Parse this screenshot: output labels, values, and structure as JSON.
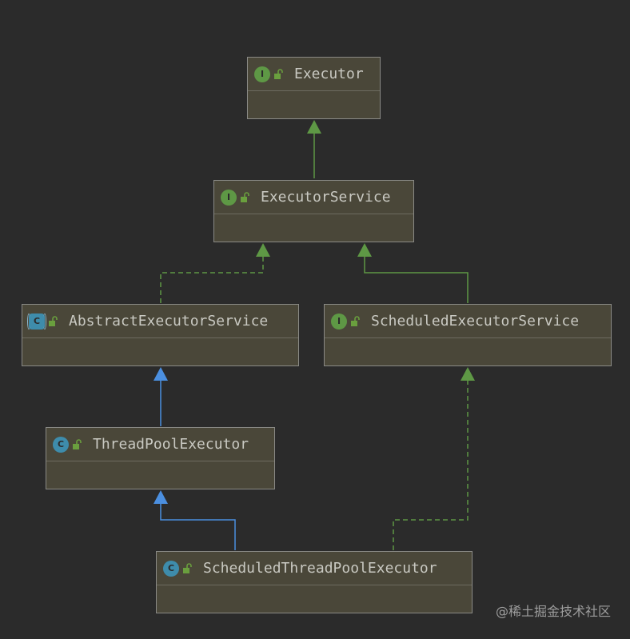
{
  "colors": {
    "interface_arrow": "#5e9845",
    "class_arrow": "#4b8fe0",
    "node_fill": "#4a4739",
    "background": "#2b2b2b"
  },
  "nodes": {
    "executor": {
      "name": "Executor",
      "kind": "interface",
      "badge": "I",
      "icon": "interface-icon"
    },
    "executor_service": {
      "name": "ExecutorService",
      "kind": "interface",
      "badge": "I",
      "icon": "interface-icon"
    },
    "abstract_executor_service": {
      "name": "AbstractExecutorService",
      "kind": "abstract class",
      "badge": "C",
      "icon": "abstract-class-icon"
    },
    "scheduled_executor_service": {
      "name": "ScheduledExecutorService",
      "kind": "interface",
      "badge": "I",
      "icon": "interface-icon"
    },
    "thread_pool_executor": {
      "name": "ThreadPoolExecutor",
      "kind": "class",
      "badge": "C",
      "icon": "class-icon"
    },
    "scheduled_thread_pool_executor": {
      "name": "ScheduledThreadPoolExecutor",
      "kind": "class",
      "badge": "C",
      "icon": "class-icon"
    }
  },
  "edges": [
    {
      "from": "executor_service",
      "to": "executor",
      "type": "extends",
      "style": "solid"
    },
    {
      "from": "abstract_executor_service",
      "to": "executor_service",
      "type": "implements",
      "style": "dashed"
    },
    {
      "from": "scheduled_executor_service",
      "to": "executor_service",
      "type": "extends",
      "style": "solid"
    },
    {
      "from": "thread_pool_executor",
      "to": "abstract_executor_service",
      "type": "extends",
      "style": "solid"
    },
    {
      "from": "scheduled_thread_pool_executor",
      "to": "thread_pool_executor",
      "type": "extends",
      "style": "solid"
    },
    {
      "from": "scheduled_thread_pool_executor",
      "to": "scheduled_executor_service",
      "type": "implements",
      "style": "dashed"
    }
  ],
  "watermark": "@稀土掘金技术社区"
}
